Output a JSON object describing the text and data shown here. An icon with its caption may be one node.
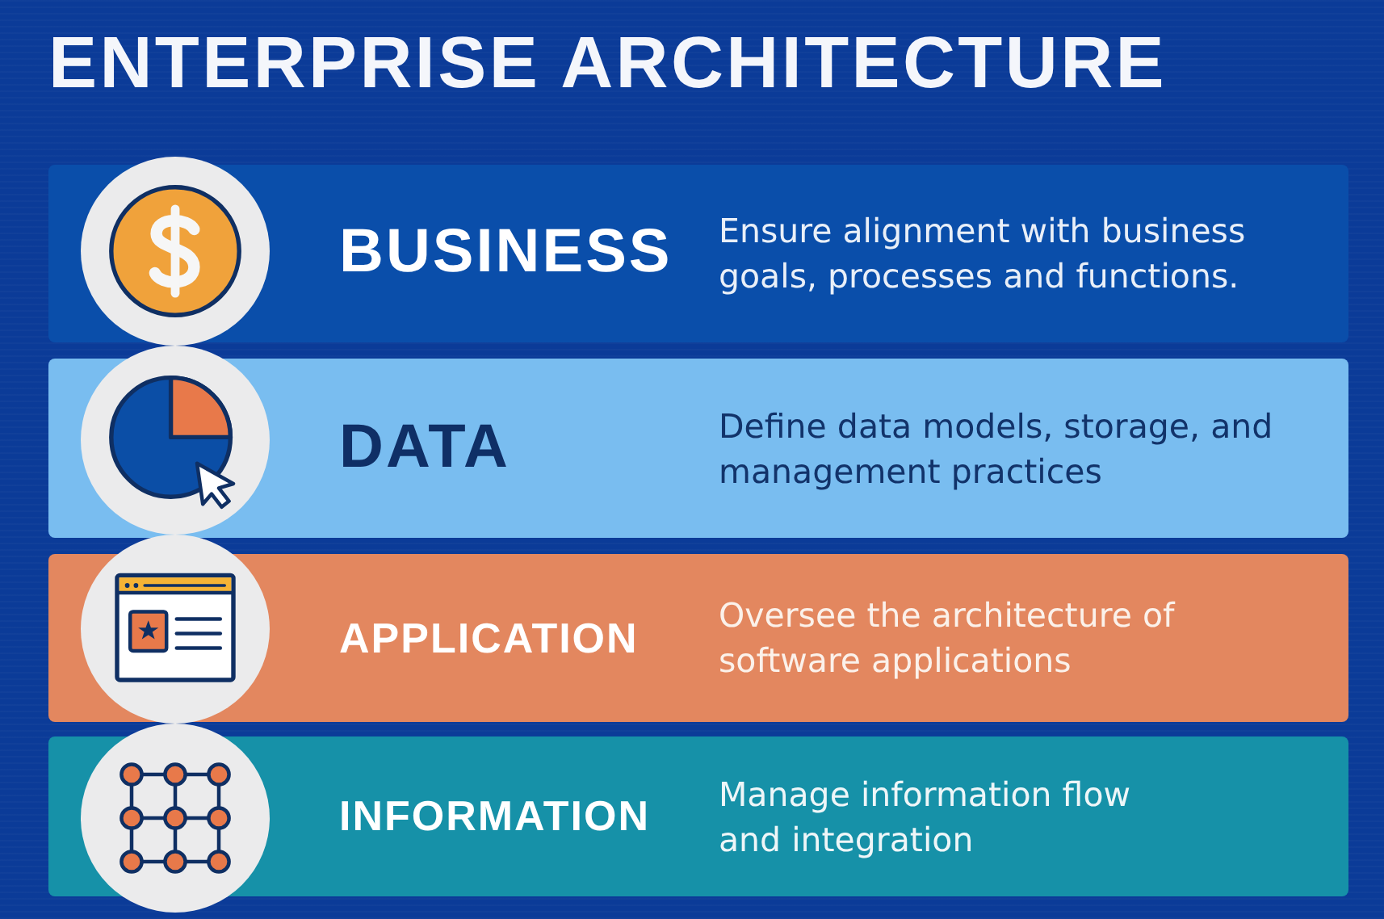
{
  "diagram": {
    "title": "ENTERPRISE ARCHITECTURE",
    "nodes": [
      {
        "text": [
          "BUSINESS",
          "Ensure alignment with business goals, processes and functions."
        ]
      },
      {
        "text": [
          "DATA",
          "Define data models, storage, and management practices"
        ]
      },
      {
        "text": [
          "APPLICATION",
          "Oversee the architecture of software applications"
        ]
      },
      {
        "text": [
          "INFORMATION",
          "Manage information flow and integration"
        ]
      }
    ]
  }
}
